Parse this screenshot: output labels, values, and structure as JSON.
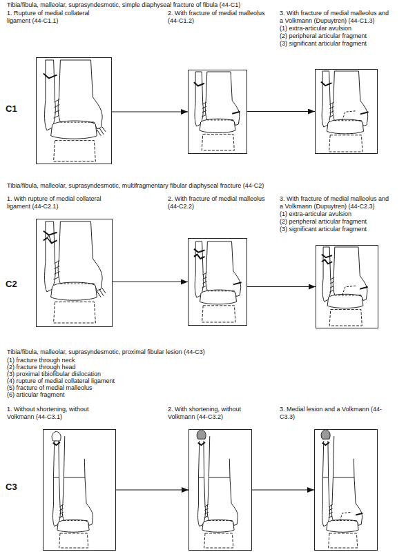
{
  "diagram": {
    "nodes": [
      {
        "text": [
          "1. Rupture of medial collateral ligament (44-C1.1)"
        ]
      },
      {
        "text": [
          "2. With fracture of medial malleolus (44-C1.2)"
        ]
      },
      {
        "text": [
          "3. With fracture of medial malleolus and a Volkmann (Dupuytren) (44-C1.3)",
          "(1) extra-articular avulsion",
          "(2) peripheral articular fragment",
          "(3) significant articular fragment"
        ]
      },
      {
        "text": [
          "1. With rupture of medial collateral ligament (44-C2.1)"
        ]
      },
      {
        "text": [
          "2. With fracture of medial malleolus (44-C2.2)"
        ]
      },
      {
        "text": [
          "3. With fracture of medial malleolus and a Volkmann (Dupuytren) (44-C2.3)",
          "(1) extra-articular avulsion",
          "(2) peripheral articular fragment",
          "(3) significant articular fragment"
        ]
      },
      {
        "text": [
          "1. Without shortening, without Volkmann (44-C3.1)"
        ]
      },
      {
        "text": [
          "2. With shortening, without Volkmann (44-C3.2)"
        ]
      },
      {
        "text": [
          "3. Medial lesion and a Volkmann (44-C3.3)"
        ]
      }
    ],
    "edges": [
      {
        "from": 0,
        "to": 1,
        "arrow": "to"
      },
      {
        "from": 1,
        "to": 2,
        "arrow": "to"
      },
      {
        "from": 3,
        "to": 4,
        "arrow": "to"
      },
      {
        "from": 4,
        "to": 5,
        "arrow": "to"
      },
      {
        "from": 6,
        "to": 7,
        "arrow": "to"
      },
      {
        "from": 7,
        "to": 8,
        "arrow": "to"
      }
    ],
    "labels": [
      "Tibia/fibula, malleolar, suprasyndesmotic, simple diaphyseal fracture of fibula (44-C1)",
      "C1",
      "Tibia/fibula, malleolar, suprasyndesmotic, multifragmentary fibular diaphyseal fracture (44-C2)",
      "C2",
      "Tibia/fibula, malleolar, suprasyndesmotic, proximal fibular lesion (44-C3)",
      "(1) fracture through neck",
      "(2) fracture through head",
      "(3) proximal tibiofibular dislocation",
      "(4) rupture of medial collateral ligament",
      "(5) fracture of medial malleolus",
      "(6) articular fragment",
      "C3"
    ]
  }
}
